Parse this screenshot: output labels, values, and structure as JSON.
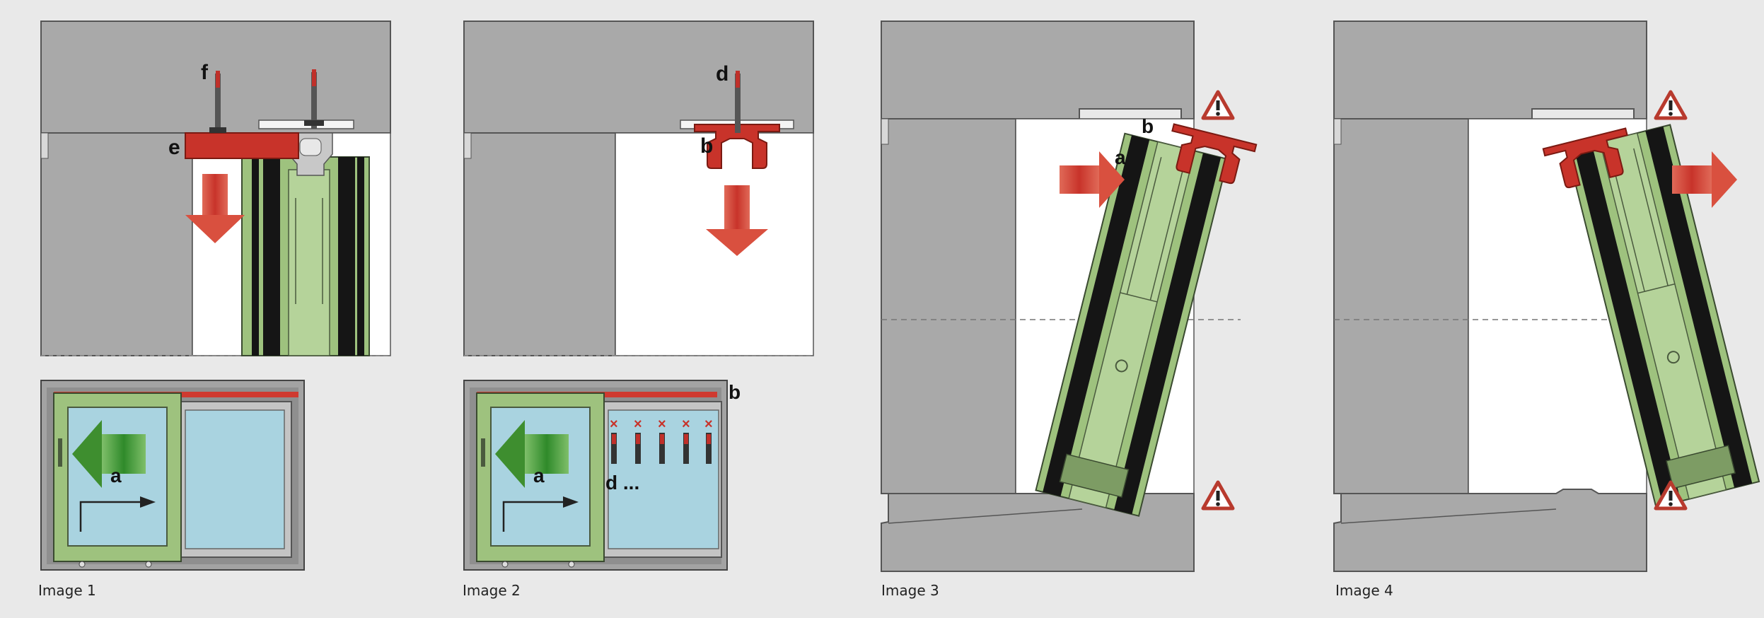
{
  "captions": [
    "Image 1",
    "Image 2",
    "Image 3",
    "Image 4"
  ],
  "labels": {
    "img1": {
      "f": "f",
      "e": "e",
      "a": "a"
    },
    "img2": {
      "d": "d",
      "b": "b",
      "b_top": "b",
      "a": "a",
      "d_more": "d ..."
    },
    "img3": {
      "a": "a",
      "b": "b"
    }
  },
  "colors": {
    "background": "#e9e9e9",
    "wall": "#a9a9a9",
    "wall_stroke": "#555555",
    "frame_green": "#9ec27e",
    "gasket_black": "#151515",
    "part_red": "#c8332a",
    "arrow_red": "#d9503f",
    "arrow_green": "#3e8e2f",
    "glass_blue": "#a9d3e0",
    "screw_red": "#c0302a"
  },
  "icons": [
    "arrow-down-icon",
    "arrow-left-icon",
    "arrow-right-icon",
    "warning-triangle-icon",
    "screw-icon",
    "x-mark-icon",
    "slide-direction-arrow-icon"
  ]
}
